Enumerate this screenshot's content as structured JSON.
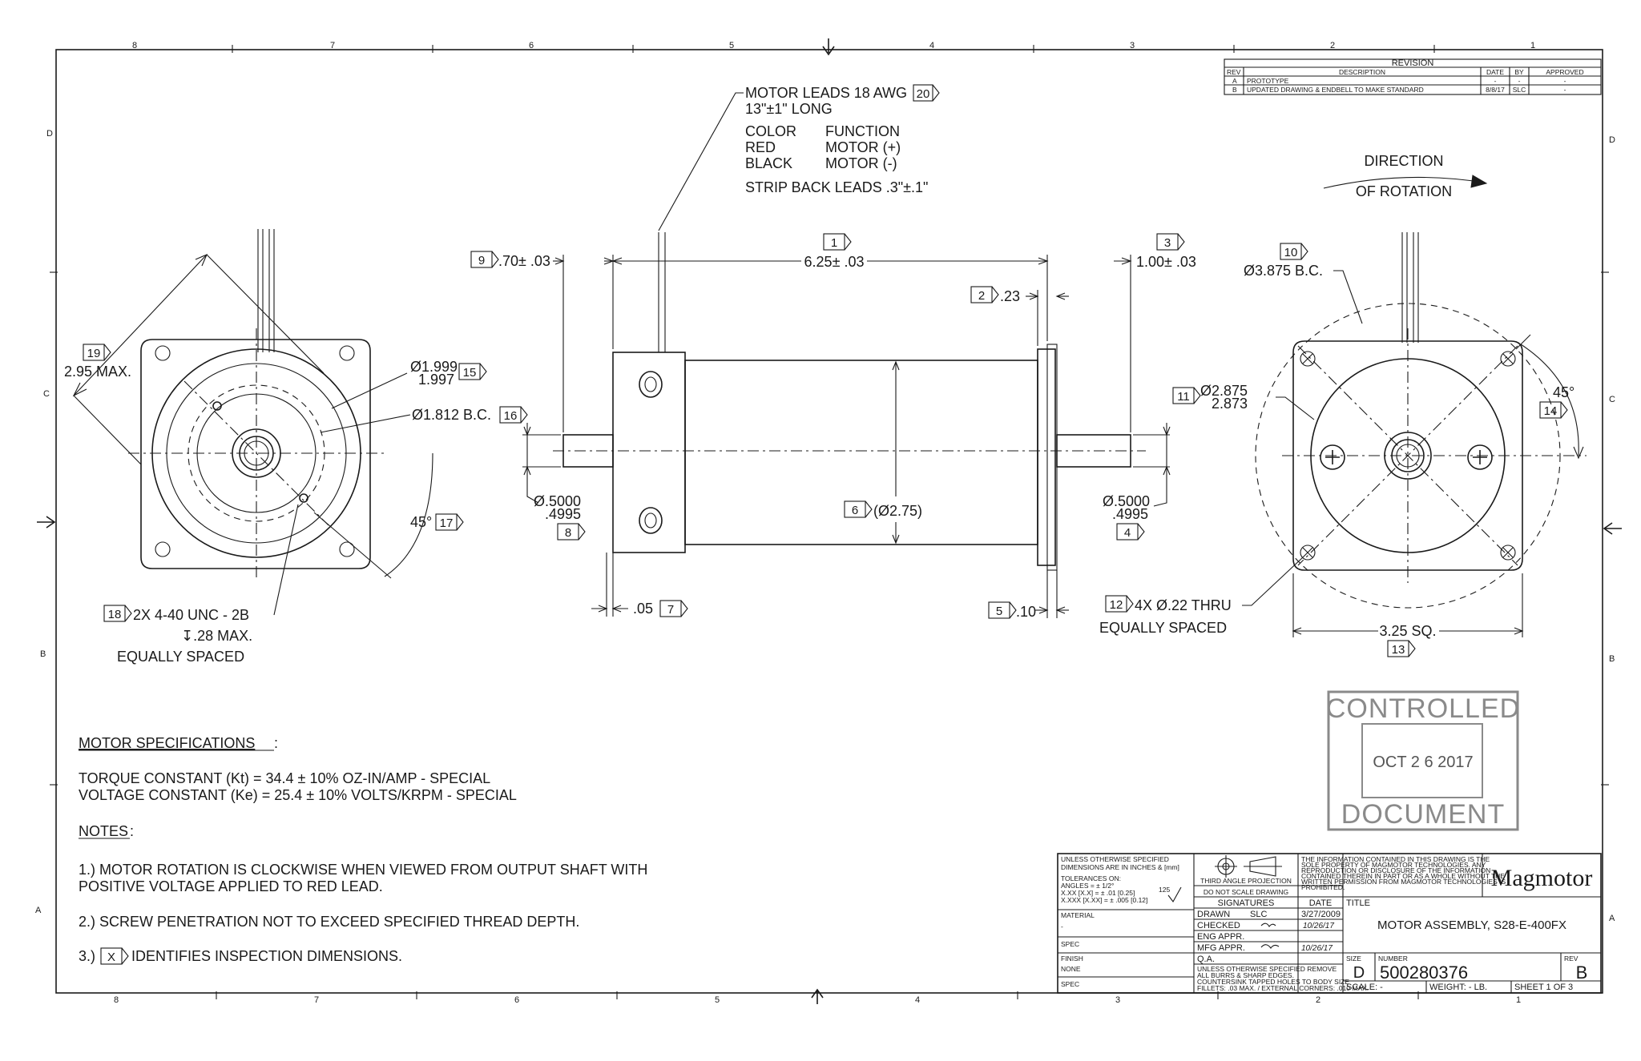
{
  "zones": {
    "top": [
      "8",
      "7",
      "6",
      "5",
      "4",
      "3",
      "2",
      "1"
    ],
    "bottom": [
      "8",
      "7",
      "6",
      "5",
      "4",
      "3",
      "2",
      "1"
    ],
    "left": [
      "D",
      "C",
      "B",
      "A"
    ],
    "right": [
      "D",
      "C",
      "B",
      "A"
    ]
  },
  "revision": {
    "title": "REVISION",
    "headers": [
      "REV",
      "DESCRIPTION",
      "DATE",
      "BY",
      "APPROVED"
    ],
    "rows": [
      [
        "A",
        "PROTOTYPE",
        "-",
        "-",
        "-"
      ],
      [
        "B",
        "UPDATED DRAWING & ENDBELL TO MAKE STANDARD",
        "8/8/17",
        "SLC",
        "-"
      ]
    ]
  },
  "leads": {
    "line1": "MOTOR LEADS 18 AWG",
    "tag": "20",
    "line2": "13\"±1\" LONG",
    "color_head": "COLOR",
    "function_head": "FUNCTION",
    "red": "RED",
    "red_fn": "MOTOR (+)",
    "black": "BLACK",
    "black_fn": "MOTOR (-)",
    "strip": "STRIP BACK LEADS .3\"±.1\""
  },
  "rotation": {
    "line1": "DIRECTION",
    "line2": "OF ROTATION"
  },
  "left_view": {
    "d19_tag": "19",
    "d19": "2.95 MAX.",
    "d15_a": "Ø1.999",
    "d15_b": "1.997",
    "d15_tag": "15",
    "d16": "Ø1.812 B.C.",
    "d16_tag": "16",
    "d17": "45°",
    "d17_tag": "17",
    "d18_tag": "18",
    "d18_line1": "2X 4-40 UNC - 2B",
    "d18_line2": "↧.28 MAX.",
    "d18_line3": "EQUALLY SPACED"
  },
  "side_view": {
    "d9_tag": "9",
    "d9": ".70± .03",
    "d1_tag": "1",
    "d1": "6.25± .03",
    "d3_tag": "3",
    "d3": "1.00± .03",
    "d2_tag": "2",
    "d2": ".23",
    "d6_tag": "6",
    "d6": "(Ø2.75)",
    "d8_a": "Ø.5000",
    "d8_b": ".4995",
    "d8_tag": "8",
    "d4_a": "Ø.5000",
    "d4_b": ".4995",
    "d4_tag": "4",
    "d7": ".05",
    "d7_tag": "7",
    "d5_tag": "5",
    "d5": ".10"
  },
  "right_view": {
    "d10_tag": "10",
    "d10": "Ø3.875 B.C.",
    "d11_tag": "11",
    "d11_a": "Ø2.875",
    "d11_b": "2.873",
    "d14_val": "45°",
    "d14_tag": "14",
    "d12_tag": "12",
    "d12_line1": "4X Ø.22 THRU",
    "d12_line2": "EQUALLY SPACED",
    "d13": "3.25 SQ.",
    "d13_tag": "13"
  },
  "specs": {
    "heading": "MOTOR SPECIFICATIONS",
    "heading_suffix": ":",
    "torque": "TORQUE CONSTANT (Kt) = 34.4 ± 10% OZ-IN/AMP - SPECIAL",
    "voltage": "VOLTAGE CONSTANT (Ke) = 25.4 ± 10% VOLTS/KRPM - SPECIAL",
    "notes_heading": "NOTES",
    "notes_suffix": ":",
    "note1_line1": "1.) MOTOR ROTATION IS CLOCKWISE WHEN VIEWED FROM OUTPUT SHAFT WITH",
    "note1_line2": "POSITIVE VOLTAGE APPLIED TO RED LEAD.",
    "note2": "2.) SCREW PENETRATION NOT TO EXCEED SPECIFIED THREAD DEPTH.",
    "note3_prefix": "3.)",
    "note3_tag": "X",
    "note3_text": "IDENTIFIES INSPECTION DIMENSIONS."
  },
  "stamp": {
    "top": "CONTROLLED",
    "date": "OCT 2 6 2017",
    "bottom": "DOCUMENT"
  },
  "title_block": {
    "tol_l1": "UNLESS OTHERWISE SPECIFIED",
    "tol_l2": "DIMENSIONS ARE IN INCHES & [mm]",
    "tol_l3": "TOLERANCES ON:",
    "tol_l4": "ANGLES = ± 1/2°",
    "tol_l5": "X.XX [X.X] = ± .01 [0.25]",
    "tol_l6": "X.XXX [X.XX] = ± .005 [0.12]",
    "finish_mark": "125",
    "material_label": "MATERIAL",
    "material_value": "-",
    "spec_label": "SPEC",
    "finish_label": "FINISH",
    "finish_value": "NONE",
    "spec2_label": "SPEC",
    "projection": "THIRD ANGLE PROJECTION",
    "no_scale": "DO NOT SCALE DRAWING",
    "signatures": "SIGNATURES",
    "date_head": "DATE",
    "drawn": "DRAWN",
    "drawn_by": "SLC",
    "drawn_date": "3/27/2009",
    "checked": "CHECKED",
    "checked_date": "10/26/17",
    "eng_appr": "ENG APPR.",
    "mfg_appr": "MFG APPR.",
    "mfg_date": "10/26/17",
    "qa": "Q.A.",
    "burr_l1": "UNLESS OTHERWISE SPECIFIED REMOVE",
    "burr_l2": "ALL BURRS & SHARP EDGES.",
    "burr_l3": "COUNTERSINK TAPPED HOLES TO BODY SIZE",
    "burr_l4": "FILLETS: .03 MAX. / EXTERNAL CORNERS: .010 MAX.",
    "prop_l1": "THE INFORMATION CONTAINED IN THIS DRAWING IS THE",
    "prop_l2": "SOLE PROPERTY OF MAGMOTOR TECHNOLOGIES. ANY",
    "prop_l3": "REPRODUCTION OR DISCLOSURE OF THE INFORMATION",
    "prop_l4": "CONTAINED THEREIN IN PART OR AS A WHOLE WITHOUT THE",
    "prop_l5": "WRITTEN PERMISSION FROM MAGMOTOR TECHNOLOGIES IS",
    "prop_l6": "PROHIBITED.",
    "logo": "Magmotor",
    "title_label": "TITLE",
    "title": "MOTOR ASSEMBLY, S28-E-400FX",
    "size_label": "SIZE",
    "size": "D",
    "number_label": "NUMBER",
    "number": "500280376",
    "rev_label": "REV",
    "rev": "B",
    "scale": "SCALE: -",
    "weight": "WEIGHT: - LB.",
    "sheet": "SHEET 1 OF 3"
  }
}
